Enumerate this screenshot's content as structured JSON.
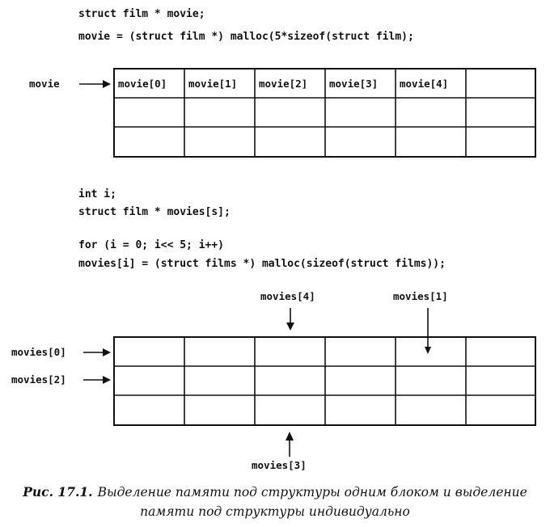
{
  "code_block_1": {
    "line1": "struct film * movie;",
    "line2": "movie = (struct film *) malloc(5*sizeof(struct film);"
  },
  "grid1": {
    "pointer_label": "movie",
    "cells": [
      "movie[0]",
      "movie[1]",
      "movie[2]",
      "movie[3]",
      "movie[4]",
      ""
    ]
  },
  "code_block_2": {
    "line1": "int i;",
    "line2": "struct film * movies[s];",
    "line3": "for (i = 0; i<< 5; i++)",
    "line4": "movies[i] = (struct films *) malloc(sizeof(struct films));"
  },
  "grid2": {
    "labels": {
      "movies0": "movies[0]",
      "movies1": "movies[1]",
      "movies2": "movies[2]",
      "movies3": "movies[3]",
      "movies4": "movies[4]"
    }
  },
  "caption": {
    "prefix": "Рис. 17.1.",
    "line1_rest": "Выделение памяти под структуры одним блоком и выделение",
    "line2": "памяти под структуры индивидуально"
  }
}
